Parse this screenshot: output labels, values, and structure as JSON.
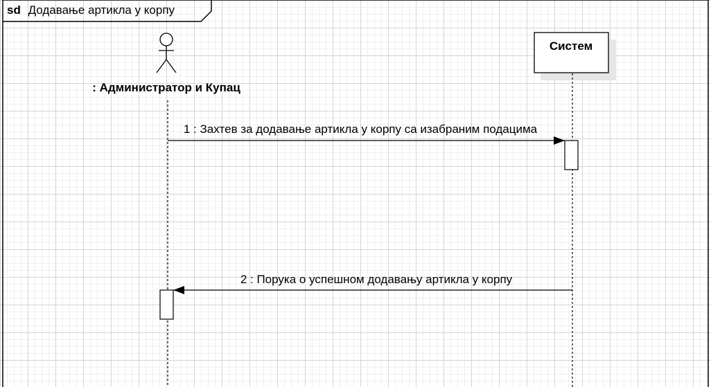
{
  "frame": {
    "keyword": "sd",
    "title": "Додавање артикла у корпу"
  },
  "participants": [
    {
      "id": "actor",
      "kind": "actor",
      "name": ": Администратор и Купац"
    },
    {
      "id": "system",
      "kind": "object",
      "name": "Систем"
    }
  ],
  "messages": [
    {
      "from": "actor",
      "to": "system",
      "label": "1 : Захтев за додавање артикла у корпу са изабраним подацима"
    },
    {
      "from": "system",
      "to": "actor",
      "label": "2 : Порука о успешном додавању артикла у корпу"
    }
  ],
  "colors": {
    "line": "#000000",
    "shadow": "#e6e6e6",
    "fill": "#ffffff"
  }
}
